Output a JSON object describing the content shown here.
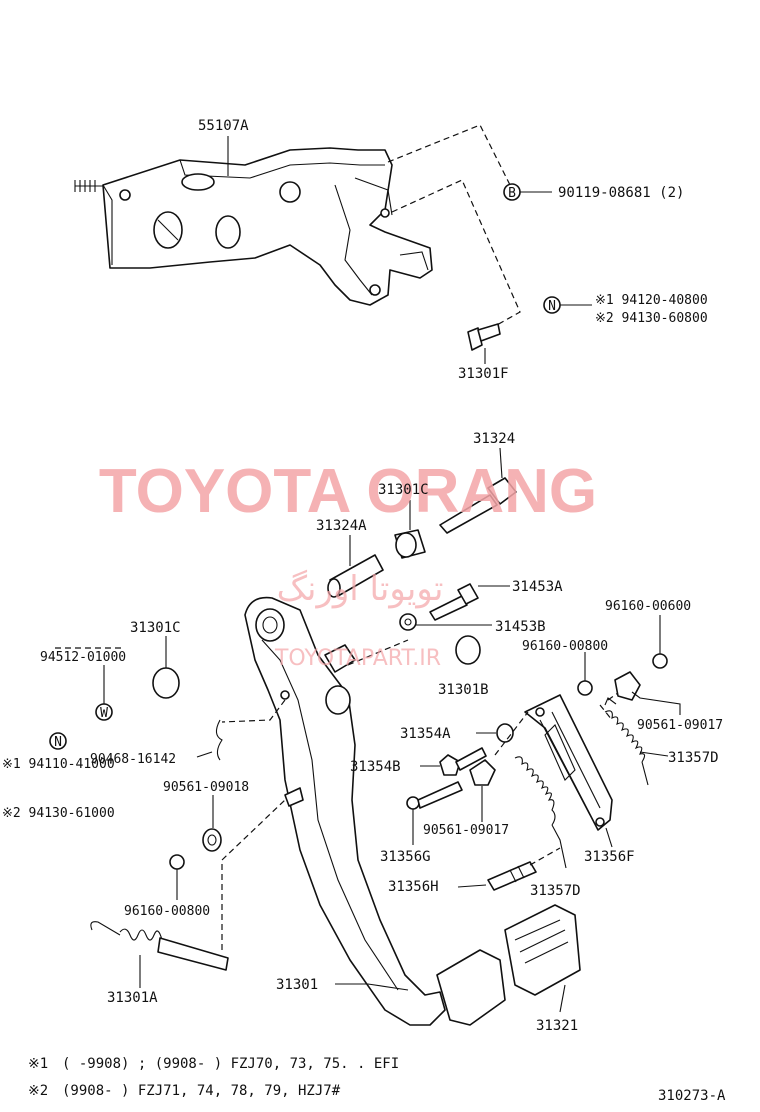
{
  "watermark": {
    "main": "TOYOTA ORANG",
    "persian": "تویوتا اورنگ",
    "site": "TOYOTAPART.IR"
  },
  "labels": {
    "p55107A": "55107A",
    "p90119": "90119-08681 (2)",
    "sym_b": "B",
    "sym_n1": "N",
    "p94120": "※1 94120-40800",
    "p94130_1": "※2 94130-60800",
    "p31301F": "31301F",
    "p31324": "31324",
    "p31301C_a": "31301C",
    "p31324A": "31324A",
    "p31453A": "31453A",
    "p31453B": "31453B",
    "p96160_00600": "96160-00600",
    "p31301C_b": "31301C",
    "p94512": "94512-01000",
    "sym_w": "W",
    "p96160_00800a": "96160-00800",
    "p31301B": "31301B",
    "sym_n2": "N",
    "p90561_09017a": "90561-09017",
    "p31354A": "31354A",
    "p90468": "90468-16142",
    "p94110": "※1 94110-41000",
    "p94130_2": "※2 94130-61000",
    "p90561_09018": "90561-09018",
    "p31354B": "31354B",
    "p31357D_a": "31357D",
    "p90561_09017b": "90561-09017",
    "p31356G": "31356G",
    "p31356F": "31356F",
    "p96160_00800b": "96160-00800",
    "p31356H": "31356H",
    "p31357D_b": "31357D",
    "p31301": "31301",
    "p31301A": "31301A",
    "p31321": "31321"
  },
  "notes": {
    "n1_mark": "※1",
    "n1_text": "(     -9908) ; (9908-      ) FZJ70, 73, 75. . EFI",
    "n2_mark": "※2",
    "n2_text": "(9908-      ) FZJ71, 74, 78, 79, HZJ7#",
    "figure_id": "310273-A"
  }
}
